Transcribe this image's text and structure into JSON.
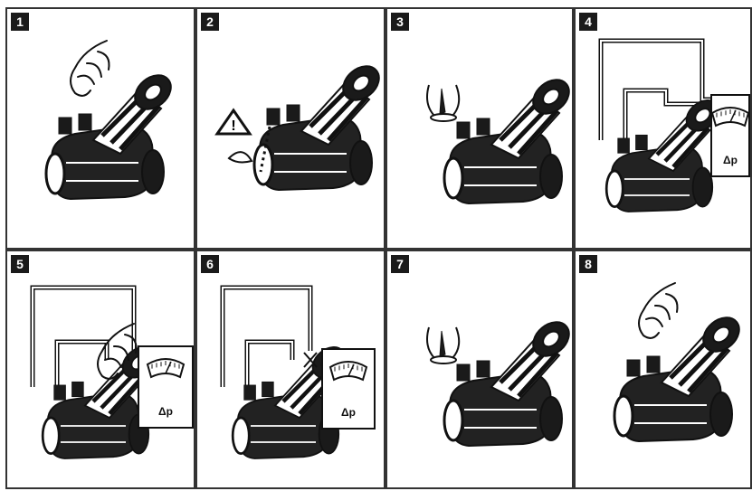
{
  "steps": [
    {
      "number": "1",
      "scene": "hand-on-cap"
    },
    {
      "number": "2",
      "scene": "remove-cap-warning"
    },
    {
      "number": "3",
      "scene": "hand-with-needle"
    },
    {
      "number": "4",
      "scene": "meter-connected"
    },
    {
      "number": "5",
      "scene": "meter-adjust"
    },
    {
      "number": "6",
      "scene": "meter-disconnect"
    },
    {
      "number": "7",
      "scene": "hand-with-needle"
    },
    {
      "number": "8",
      "scene": "hand-on-cap"
    }
  ],
  "meter_label": "Δp",
  "colors": {
    "border": "#333333",
    "badge": "#1a1a1a",
    "ink": "#111111"
  }
}
